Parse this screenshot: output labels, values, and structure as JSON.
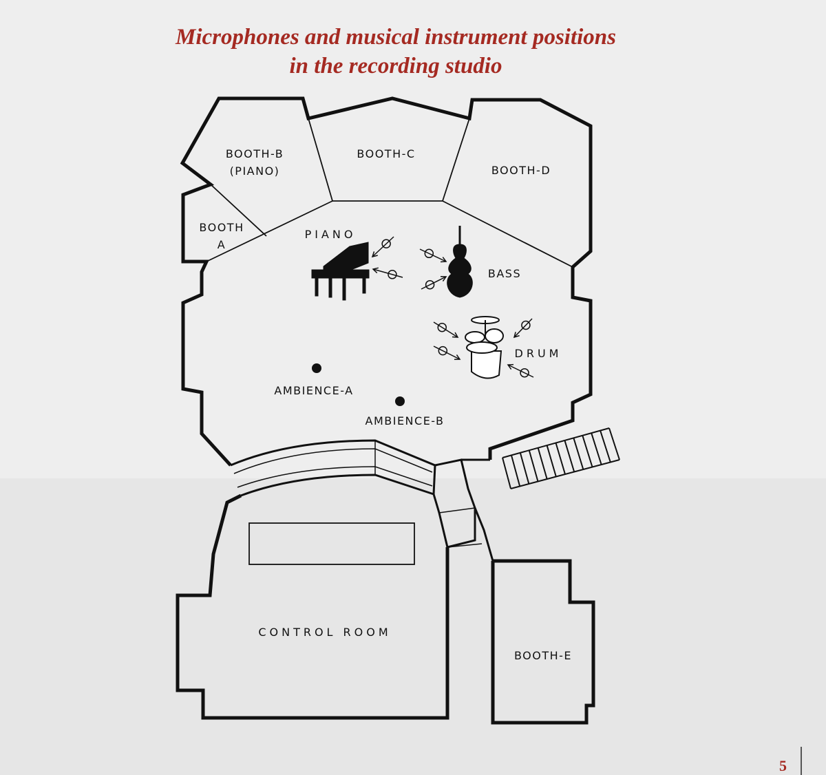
{
  "title": {
    "line1": "Microphones and musical instrument positions",
    "line2": "in the recording studio"
  },
  "rooms": {
    "booth_b": [
      "BOOTH-B",
      "(PIANO)"
    ],
    "booth_c": "BOOTH-C",
    "booth_d": "BOOTH-D",
    "booth_a": [
      "BOOTH",
      "A"
    ],
    "control_room": "CONTROL ROOM",
    "booth_e": "BOOTH-E"
  },
  "instruments": {
    "piano": "PIANO",
    "bass": "BASS",
    "drum": "DRUM"
  },
  "ambience": {
    "a": "AMBIENCE-A",
    "b": "AMBIENCE-B"
  },
  "page_number": "5",
  "colors": {
    "title": "#a52a22",
    "lines": "#111111"
  }
}
